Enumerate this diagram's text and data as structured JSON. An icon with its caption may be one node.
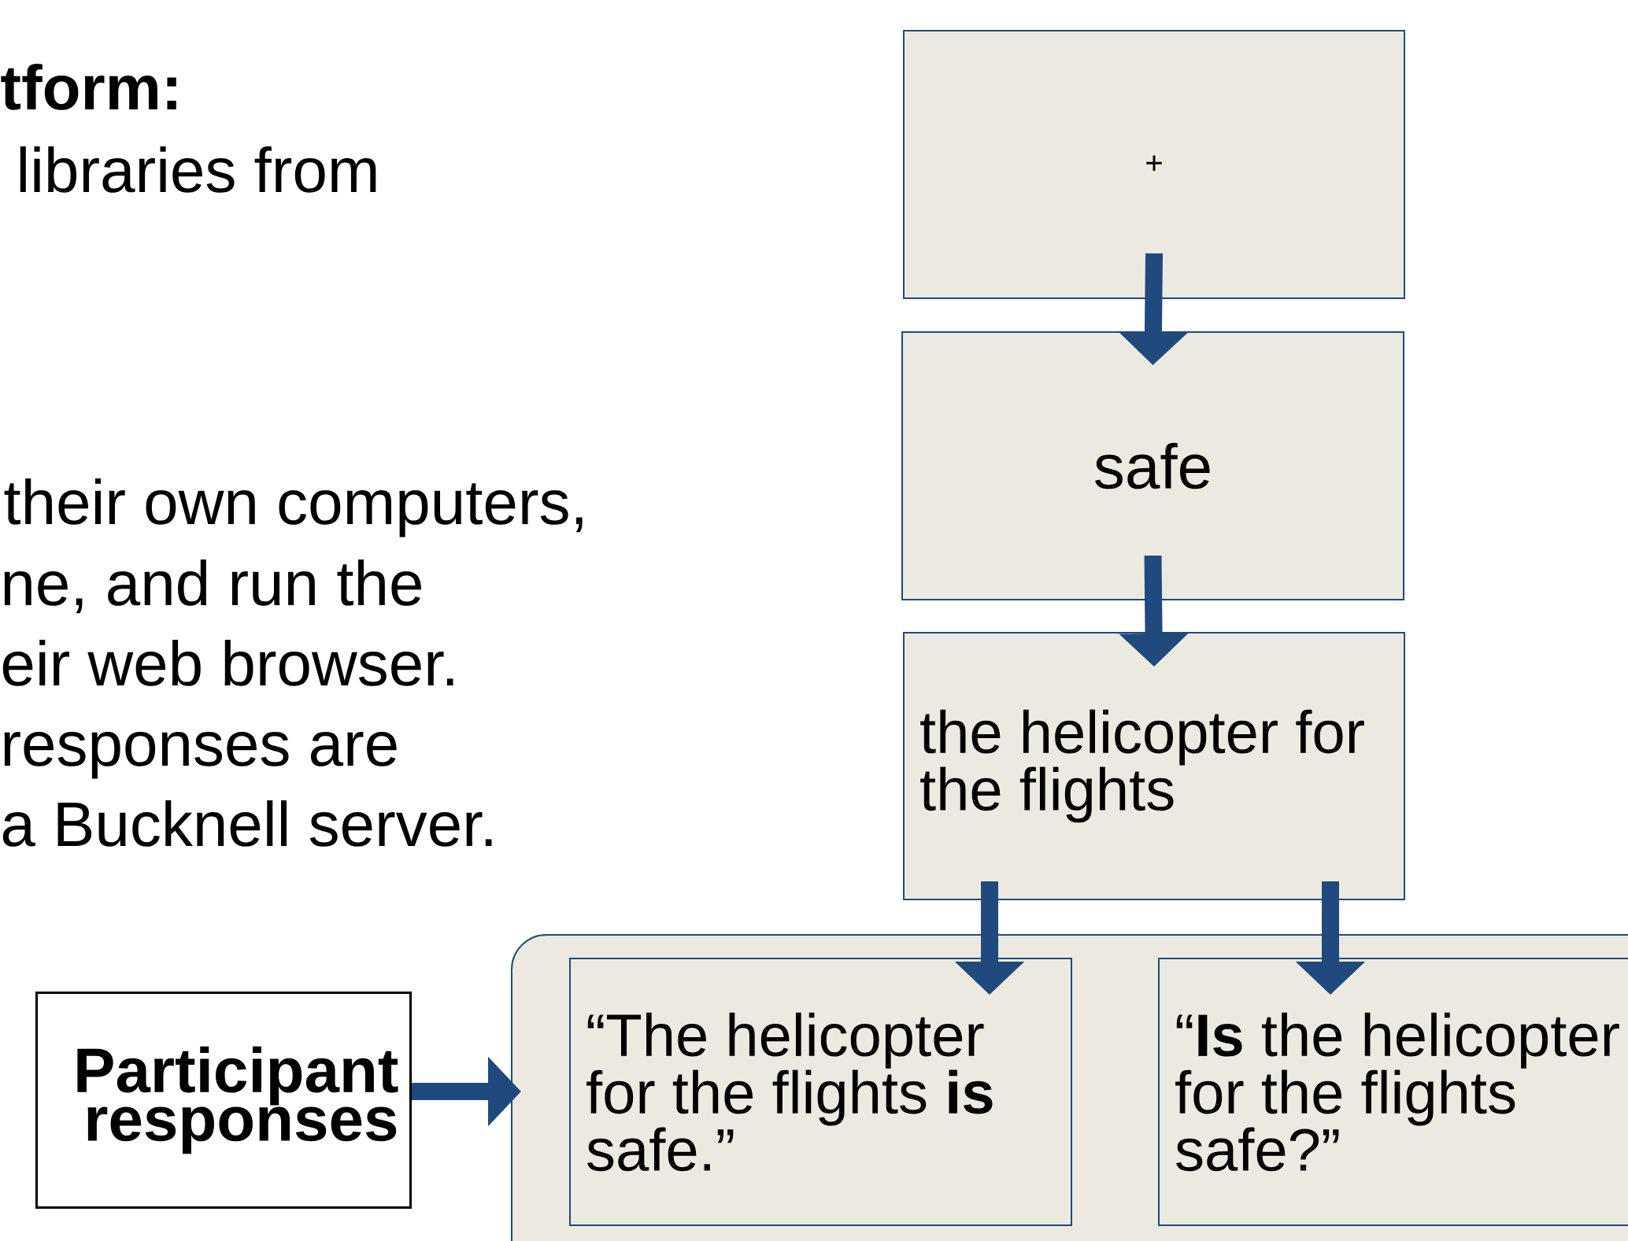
{
  "diagram": {
    "nodes": [
      {
        "text": [
          "+"
        ]
      },
      {
        "text": [
          "safe"
        ]
      },
      {
        "text": [
          "the helicopter for the flights"
        ]
      },
      {
        "text": [],
        "shape": "box"
      },
      {
        "text": [
          "“The helicopter for the flights **is** safe.”"
        ],
        "in": 3
      },
      {
        "text": [
          "“**Is** the helicopter for the flights safe?”"
        ],
        "in": 3
      },
      {
        "text": [
          "Participant responses"
        ]
      }
    ],
    "edges": [
      {
        "from": 0,
        "to": 1,
        "arrow": "to"
      },
      {
        "from": 1,
        "to": 2,
        "arrow": "to"
      },
      {
        "from": 2,
        "to": 4,
        "arrow": "to"
      },
      {
        "from": 2,
        "to": 5,
        "arrow": "to"
      },
      {
        "from": 6,
        "to": 3,
        "arrow": "to"
      }
    ],
    "labels": [
      "tform:",
      "libraries from",
      "their own computers,",
      "ne, and run the",
      "eir web browser.",
      "responses are",
      "a Bucknell server."
    ]
  }
}
